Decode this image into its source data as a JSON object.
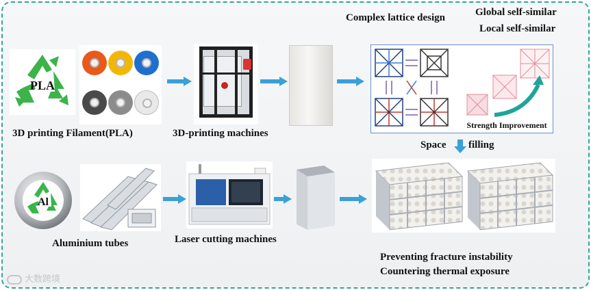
{
  "top_right": {
    "design_title": "Complex lattice design",
    "global_label": "Global self-similar",
    "local_label": "Local self-similar"
  },
  "row1": {
    "filament_caption": "3D printing Filament(PLA)",
    "recycle_label": "PLA",
    "printer_caption": "3D-printing machines",
    "strength_label": "Strength Improvement",
    "spool_colors": [
      "#e85a1b",
      "#f2b705",
      "#1f6fd0",
      "#4a4a4a",
      "#8c8c8c",
      "#e9e9e9"
    ]
  },
  "middle": {
    "space": "Space",
    "filling": "filling"
  },
  "row2": {
    "recycle_label": "Al",
    "tubes_caption": "Aluminium tubes",
    "laser_caption": "Laser cutting machines"
  },
  "bottom": {
    "line1": "Preventing fracture instability",
    "line2": "Countering thermal exposure"
  },
  "watermark": "大数跨境",
  "colors": {
    "accent_teal": "#2fa4a0",
    "arrow_blue": "#3aa0d8",
    "recycle_green": "#3cb44a"
  }
}
